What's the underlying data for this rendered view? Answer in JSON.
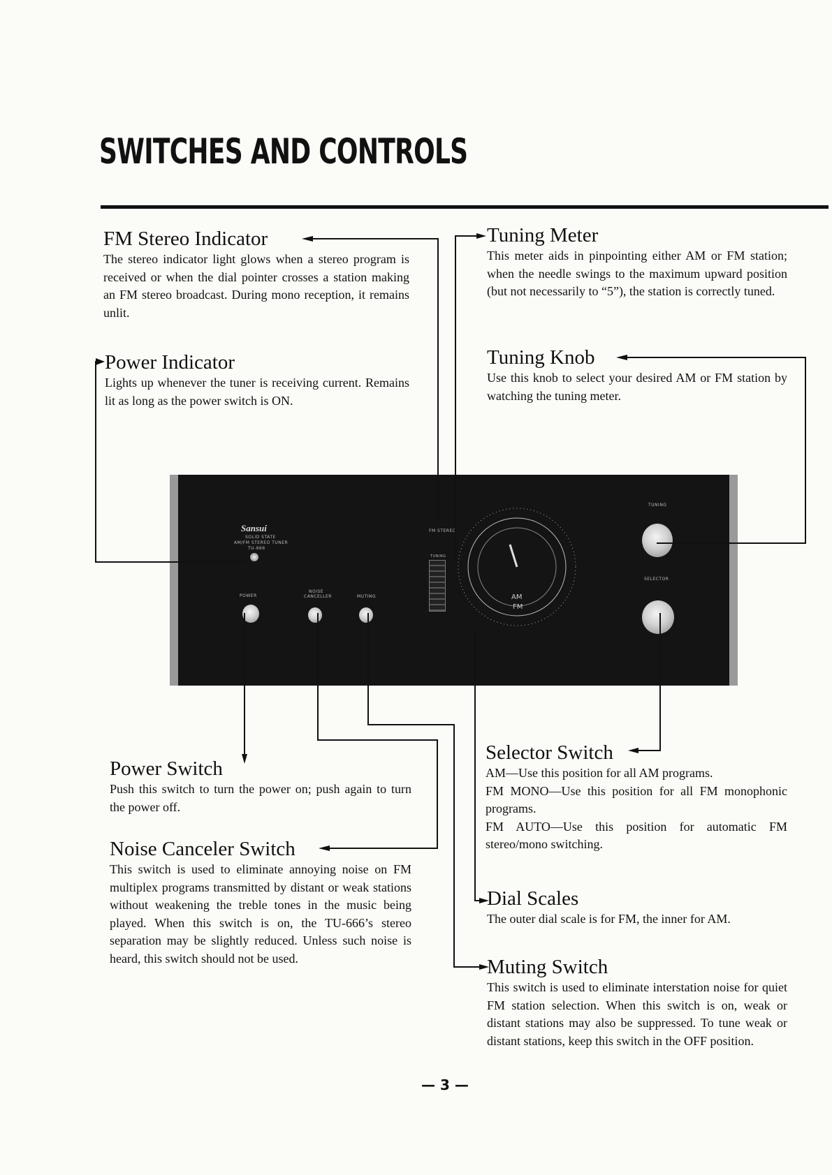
{
  "page_title": "SWITCHES AND CONTROLS",
  "sections": {
    "fm_stereo": {
      "heading": "FM Stereo Indicator",
      "text": "The stereo indicator light glows when a stereo program is received or when the dial pointer crosses a station making an FM stereo broadcast. During mono reception, it remains unlit."
    },
    "power_indicator": {
      "heading": "Power Indicator",
      "text": "Lights up whenever the tuner is receiving current. Remains lit as long as the power switch is ON."
    },
    "tuning_meter": {
      "heading": "Tuning Meter",
      "text": "This meter aids in pinpointing either AM or FM station; when the needle swings to the maximum upward position (but not necessarily to “5”), the station is correctly tuned."
    },
    "tuning_knob": {
      "heading": "Tuning Knob",
      "text": "Use this knob to select your desired AM or FM station by watching the tuning meter."
    },
    "power_switch": {
      "heading": "Power Switch",
      "text": "Push this switch to turn the power on; push again to turn the power off."
    },
    "noise_canceler": {
      "heading": "Noise Canceler Switch",
      "text": "This switch is used to eliminate annoying noise on FM multiplex programs transmitted by distant or weak stations without weakening the treble tones in the music being played. When this switch is on, the TU-666’s stereo separation may be slightly reduced. Unless such noise is heard, this switch should not be used."
    },
    "selector_switch": {
      "heading": "Selector Switch",
      "line1": "AM—Use this position for all AM programs.",
      "line2": "FM MONO—Use this position for all FM monophonic programs.",
      "line3": "FM AUTO—Use this position for automatic FM stereo/mono switching."
    },
    "dial_scales": {
      "heading": "Dial Scales",
      "text": "The outer dial scale is for FM, the inner for AM."
    },
    "muting_switch": {
      "heading": "Muting Switch",
      "text": "This switch is used to eliminate interstation noise for quiet FM station selection. When this switch is on, weak or distant stations may also be suppressed. To tune weak or distant stations, keep this switch in the OFF position."
    }
  },
  "panel": {
    "brand": "Sansui",
    "brand_sub1": "SOLID STATE",
    "brand_sub2": "AM/FM STEREO TUNER",
    "model": "TU-666",
    "power_label": "POWER",
    "noise_label1": "NOISE",
    "noise_label2": "CANCELLER",
    "muting_label": "MUTING",
    "fm_stereo_label": "FM STEREO",
    "tuning_meter_label": "TUNING",
    "tuning_label": "TUNING",
    "selector_label": "SELECTOR",
    "dial_am": "AM",
    "dial_fm": "FM"
  },
  "page_number": "— 3 —"
}
